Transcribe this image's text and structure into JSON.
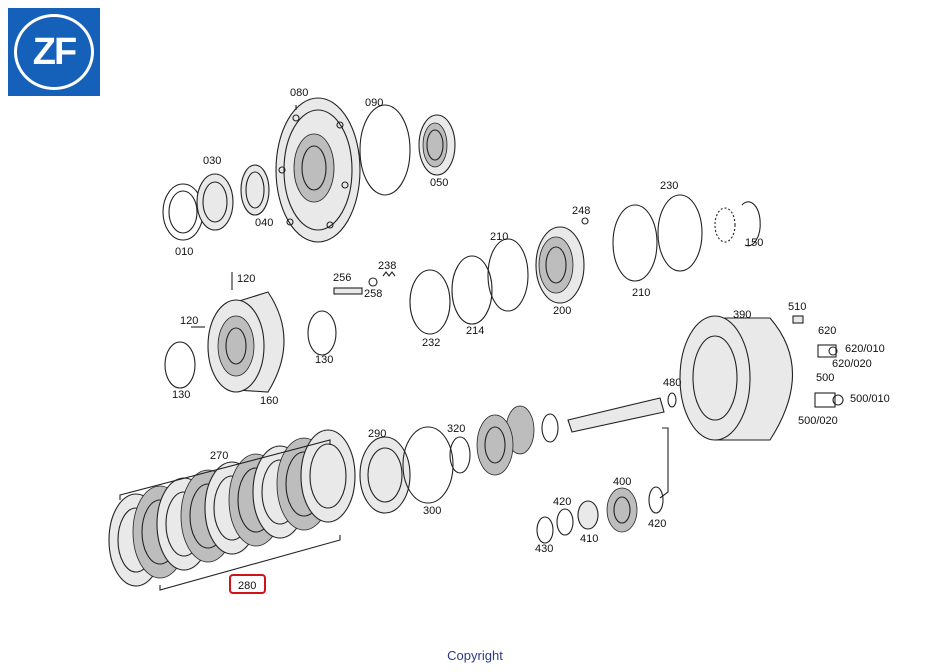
{
  "brand": {
    "logo_text": "ZF",
    "logo_color": "#1560b8"
  },
  "highlight_color": "#d0121b",
  "highlighted_part": "280",
  "footer": {
    "copyright": "Copyright"
  },
  "part_labels": [
    {
      "id": "p080",
      "text": "080"
    },
    {
      "id": "p090",
      "text": "090"
    },
    {
      "id": "p030",
      "text": "030"
    },
    {
      "id": "p050",
      "text": "050"
    },
    {
      "id": "p010",
      "text": "010"
    },
    {
      "id": "p040",
      "text": "040"
    },
    {
      "id": "p230",
      "text": "230"
    },
    {
      "id": "p248",
      "text": "248"
    },
    {
      "id": "p210a",
      "text": "210"
    },
    {
      "id": "p150",
      "text": "150"
    },
    {
      "id": "p238",
      "text": "238"
    },
    {
      "id": "p256",
      "text": "256"
    },
    {
      "id": "p258",
      "text": "258"
    },
    {
      "id": "p120a",
      "text": "120"
    },
    {
      "id": "p200",
      "text": "200"
    },
    {
      "id": "p210b",
      "text": "210"
    },
    {
      "id": "p214",
      "text": "214"
    },
    {
      "id": "p232",
      "text": "232"
    },
    {
      "id": "p510",
      "text": "510"
    },
    {
      "id": "p390",
      "text": "390"
    },
    {
      "id": "p120b",
      "text": "120"
    },
    {
      "id": "p620",
      "text": "620"
    },
    {
      "id": "p130a",
      "text": "130"
    },
    {
      "id": "p620_010",
      "text": "620/010"
    },
    {
      "id": "p620_020",
      "text": "620/020"
    },
    {
      "id": "p500",
      "text": "500"
    },
    {
      "id": "p480",
      "text": "480"
    },
    {
      "id": "p130b",
      "text": "130"
    },
    {
      "id": "p160",
      "text": "160"
    },
    {
      "id": "p500_010",
      "text": "500/010"
    },
    {
      "id": "p500_020",
      "text": "500/020"
    },
    {
      "id": "p290",
      "text": "290"
    },
    {
      "id": "p320",
      "text": "320"
    },
    {
      "id": "p270",
      "text": "270"
    },
    {
      "id": "p400",
      "text": "400"
    },
    {
      "id": "p420a",
      "text": "420"
    },
    {
      "id": "p300",
      "text": "300"
    },
    {
      "id": "p420b",
      "text": "420"
    },
    {
      "id": "p410",
      "text": "410"
    },
    {
      "id": "p430",
      "text": "430"
    },
    {
      "id": "p280",
      "text": "280"
    }
  ]
}
